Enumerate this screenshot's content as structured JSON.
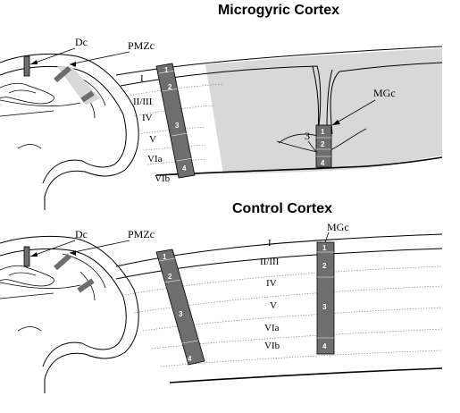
{
  "titles": {
    "microgyric": "Microgyric Cortex",
    "control": "Control Cortex"
  },
  "labels": {
    "dc": "Dc",
    "pmzc": "PMZc",
    "mgc": "MGc",
    "arrow_number": "3"
  },
  "layers": [
    "I",
    "II/III",
    "IV",
    "V",
    "VIa",
    "VIb"
  ],
  "column_segments": [
    "1",
    "2",
    "3",
    "4"
  ],
  "colors": {
    "column_fill": "#6e6e6e",
    "shade_fill": "#d8d8d8",
    "white_text": "#ffffff"
  }
}
